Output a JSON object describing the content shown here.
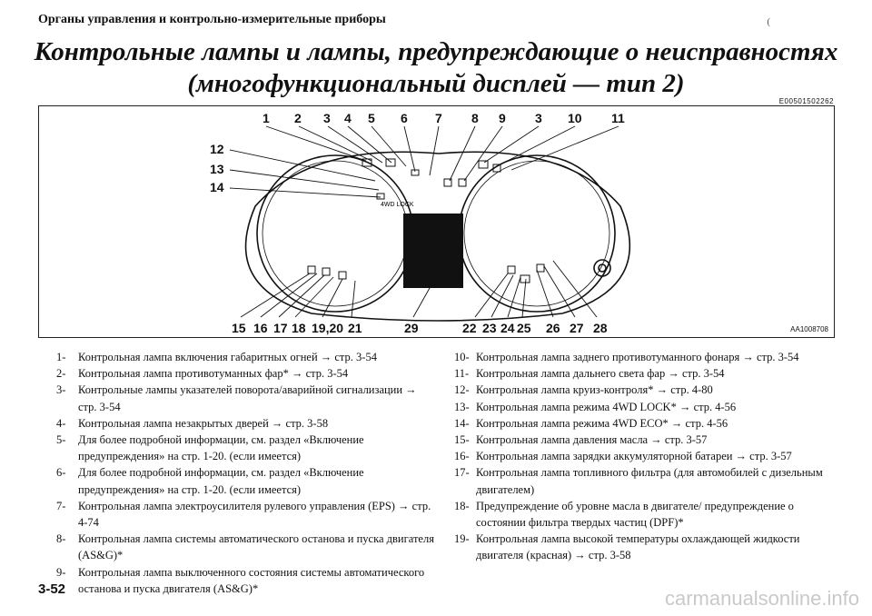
{
  "header": "Органы управления и контрольно-измерительные приборы",
  "title_line1": "Контрольные лампы и лампы, предупреждающие о неисправностях",
  "title_line2": "(многофункциональный дисплей — тип 2)",
  "doc_code": "E00501502262",
  "figure": {
    "ref": "AA1008708",
    "top_numbers": [
      "1",
      "2",
      "3",
      "4",
      "5",
      "6",
      "7",
      "8",
      "9",
      "3",
      "10",
      "11"
    ],
    "left_numbers": [
      "12",
      "13",
      "14"
    ],
    "bottom_numbers": [
      "15",
      "16",
      "17",
      "18",
      "19,20",
      "21",
      "29",
      "22",
      "23",
      "24",
      "25",
      "26",
      "27",
      "28"
    ],
    "indicator_text": "4WD LOCK"
  },
  "left_items": [
    {
      "n": "1-",
      "t": "Контрольная лампа включения габаритных огней → стр. 3-54"
    },
    {
      "n": "2-",
      "t": "Контрольная лампа противотуманных фар* → стр. 3-54"
    },
    {
      "n": "3-",
      "t": "Контрольные лампы указателей поворота/аварийной сигнализации → стр. 3-54"
    },
    {
      "n": "4-",
      "t": "Контрольная лампа незакрытых дверей → стр. 3-58"
    },
    {
      "n": "5-",
      "t": "Для более подробной информации, см. раздел «Включение предупреждения» на стр. 1-20. (если имеется)"
    },
    {
      "n": "6-",
      "t": "Для более подробной информации, см. раздел «Включение предупреждения» на стр. 1-20. (если имеется)"
    },
    {
      "n": "7-",
      "t": "Контрольная лампа электроусилителя рулевого управления (EPS) → стр. 4-74"
    },
    {
      "n": "8-",
      "t": "Контрольная лампа системы автоматического останова и пуска двигателя (AS&G)*"
    },
    {
      "n": "9-",
      "t": "Контрольная лампа выключенного состояния системы автоматического останова и пуска двигателя (AS&G)*"
    }
  ],
  "right_items": [
    {
      "n": "10-",
      "t": "Контрольная лампа заднего противотуманного фонаря → стр. 3-54"
    },
    {
      "n": "11-",
      "t": "Контрольная лампа дальнего света фар → стр. 3-54"
    },
    {
      "n": "12-",
      "t": "Контрольная лампа круиз-контроля* → стр. 4-80"
    },
    {
      "n": "13-",
      "t": "Контрольная лампа режима 4WD LOCK* → стр. 4-56"
    },
    {
      "n": "14-",
      "t": "Контрольная лампа режима 4WD ECO* → стр. 4-56"
    },
    {
      "n": "15-",
      "t": "Контрольная лампа давления масла → стр. 3-57"
    },
    {
      "n": "16-",
      "t": "Контрольная лампа зарядки аккумуляторной батареи → стр. 3-57"
    },
    {
      "n": "17-",
      "t": "Контрольная лампа топливного фильтра (для автомобилей с дизельным двигателем)"
    },
    {
      "n": "18-",
      "t": "Предупреждение об уровне масла в двигателе/ предупреждение о состоянии фильтра твердых частиц (DPF)*"
    },
    {
      "n": "19-",
      "t": "Контрольная лампа высокой температуры охлаждающей жидкости двигателя (красная) → стр. 3-58"
    }
  ],
  "page_number": "3-52",
  "watermark": "carmanualsonline.info"
}
